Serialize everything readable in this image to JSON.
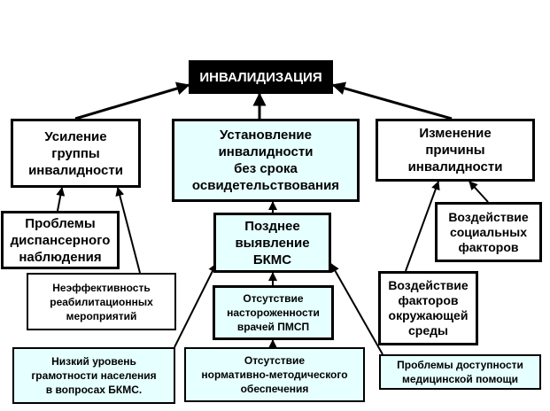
{
  "diagram": {
    "root": "ИНВАЛИДИЗАЦИЯ",
    "nodes": {
      "group_increase": "Усиление\nгруппы\nинвалидности",
      "indefinite": "Установление\nинвалидности\nбез срока\nосвидетельствования",
      "cause_change": "Изменение\nпричины\nинвалидности",
      "dispensary": "Проблемы\nдиспансерного\nнаблюдения",
      "rehab": "Неэффективность\nреабилитационных\nмероприятий",
      "late_detection": "Позднее\nвыявление\nБКМС",
      "social": "Воздействие\nсоциальных\nфакторов",
      "alertness": "Отсутствие\nнастороженности\nврачей ПМСП",
      "environment": "Воздействие\nфакторов\nокружающей\nсреды",
      "literacy": "Низкий уровень\nграмотности населения\nв вопросах БКМС.",
      "normative": "Отсутствие\nнормативно-методического\nобеспечения",
      "access": "Проблемы доступности\nмедицинской помощи"
    },
    "colors": {
      "root_fill": "#000000",
      "root_text": "#ffffff",
      "highlight_fill": "#e6ffff",
      "border": "#000000"
    }
  }
}
